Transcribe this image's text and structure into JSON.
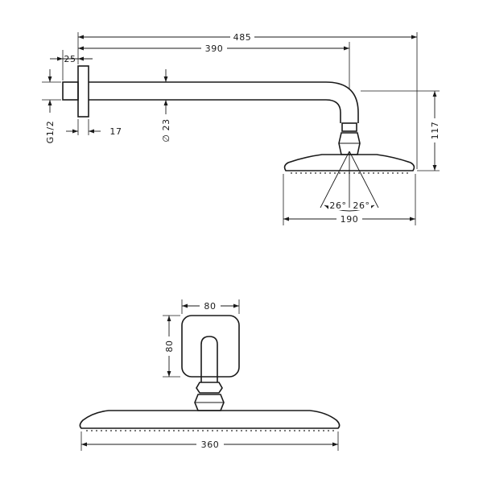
{
  "side_view": {
    "dims": {
      "total_length": "485",
      "arm_reach": "390",
      "flange_depth": "25",
      "thread": "G1/2",
      "wall_offset": "17",
      "arm_diameter": "∅ 23",
      "drop_height": "117",
      "head_diameter": "190",
      "angle_left": "26°",
      "angle_right": "26°"
    }
  },
  "front_view": {
    "dims": {
      "plate_width": "80",
      "plate_height": "80",
      "head_width": "360"
    }
  }
}
